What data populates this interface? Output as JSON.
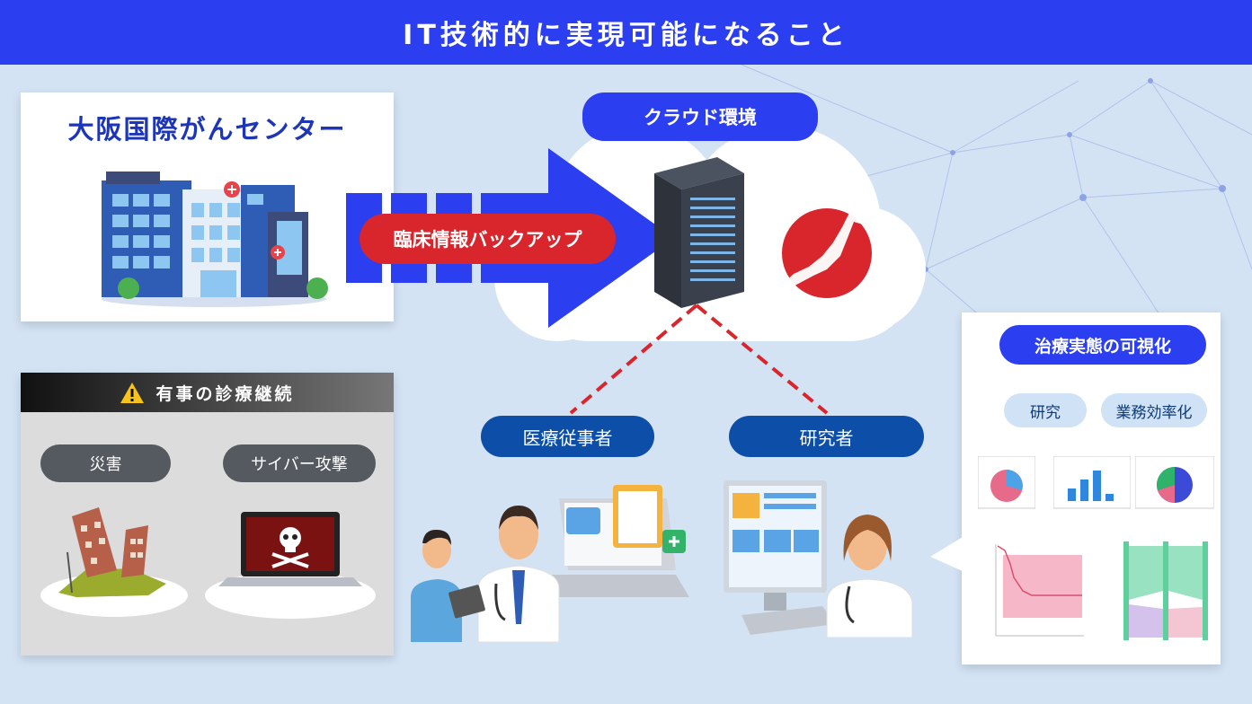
{
  "header": {
    "title": "IT技術的に実現可能になること"
  },
  "hospital": {
    "name": "大阪国際がんセンター"
  },
  "backup": {
    "label": "臨床情報バックアップ"
  },
  "cloud": {
    "label": "クラウド環境"
  },
  "emergency": {
    "title": "有事の診療継続",
    "items": [
      {
        "label": "災害"
      },
      {
        "label": "サイバー攻撃"
      }
    ]
  },
  "users": {
    "medical_staff": "医療従事者",
    "researcher": "研究者"
  },
  "visualization": {
    "title": "治療実態の可視化",
    "tags": [
      "研究",
      "業務効率化"
    ]
  },
  "colors": {
    "header": "#2b3ef0",
    "accent_red": "#d8262c",
    "navy": "#0d4ea8",
    "background": "#d3e3f4"
  }
}
